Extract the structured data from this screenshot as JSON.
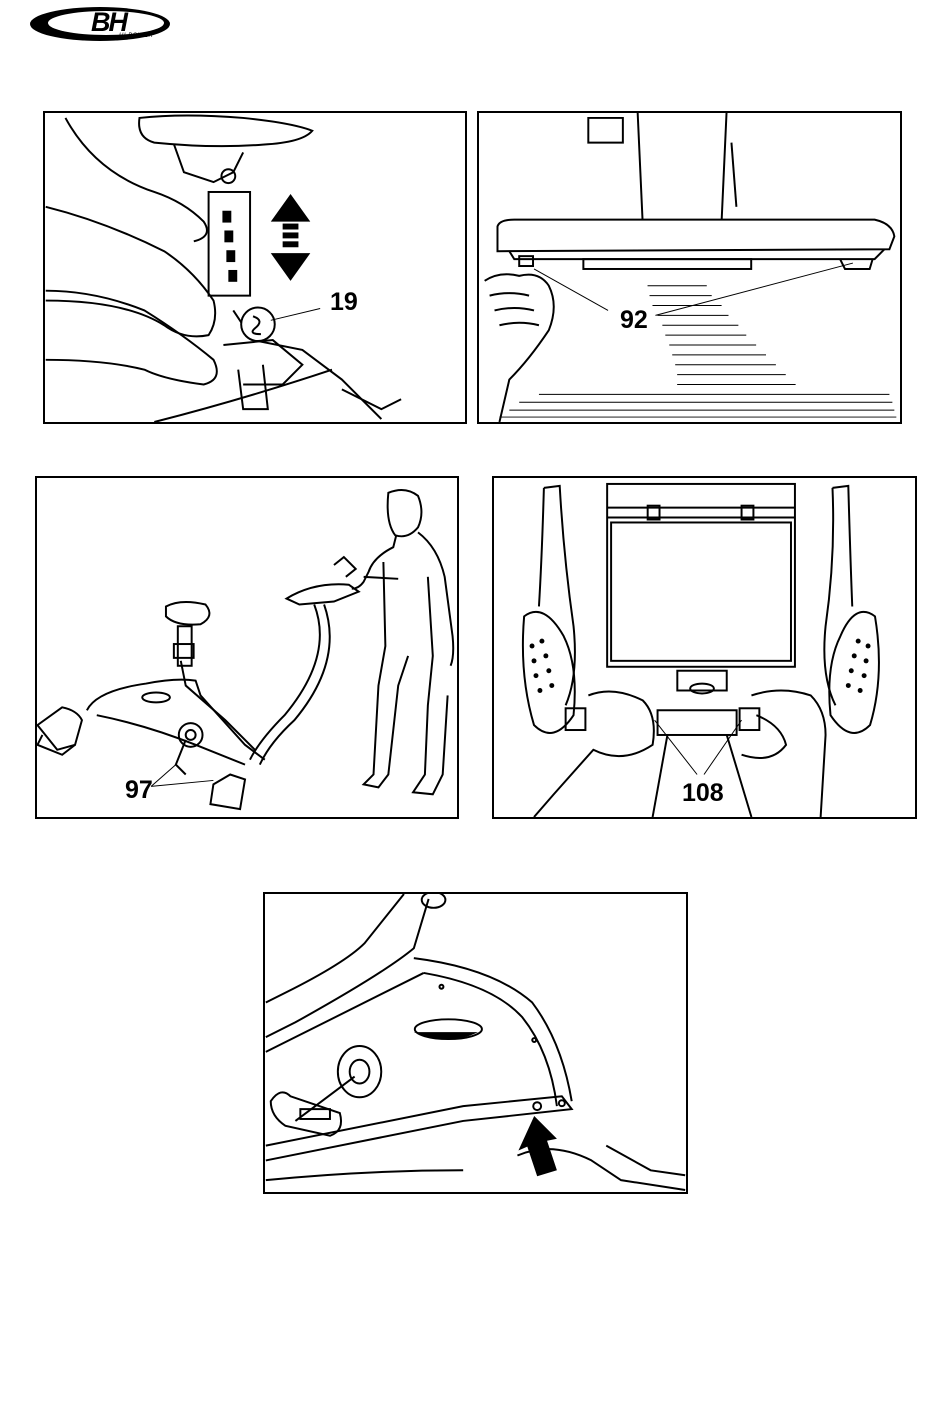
{
  "brand": {
    "logo_text": "BH",
    "logo_subtext": "HI POWER"
  },
  "figures": [
    {
      "id": "seat-height-adjust",
      "callouts": [
        "19"
      ]
    },
    {
      "id": "leveling-feet",
      "callouts": [
        "92"
      ]
    },
    {
      "id": "bike-transport",
      "callouts": [
        "97"
      ]
    },
    {
      "id": "handlebar-grips",
      "callouts": [
        "108"
      ]
    },
    {
      "id": "frame-arrow",
      "callouts": []
    }
  ]
}
